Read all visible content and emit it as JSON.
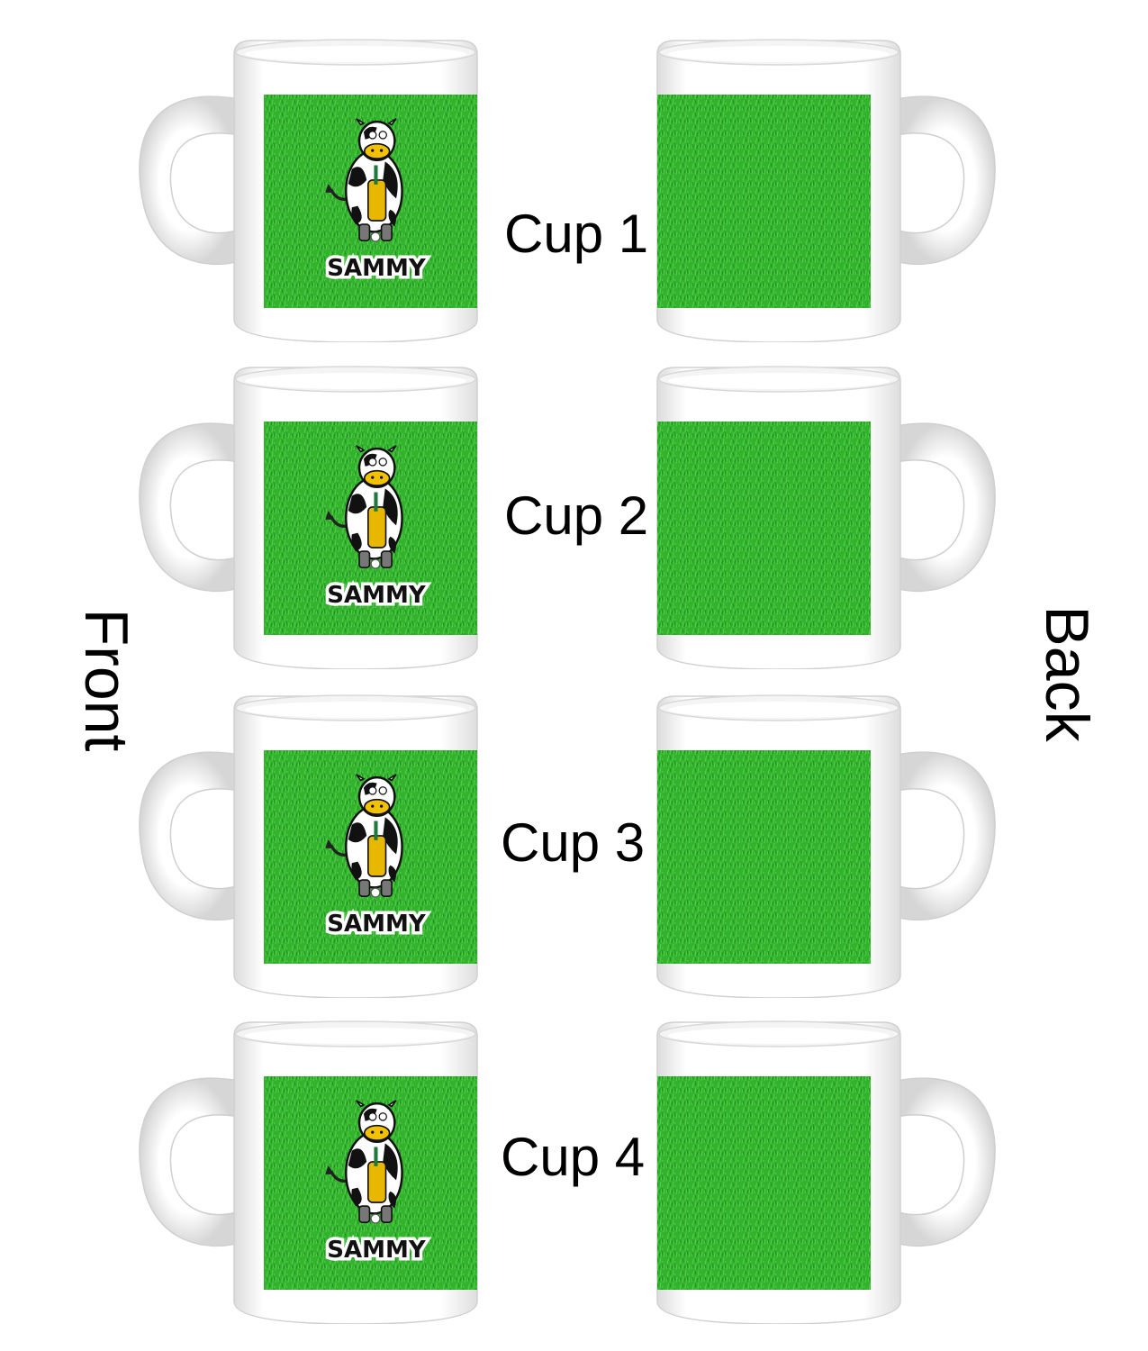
{
  "side_labels": {
    "front": "Front",
    "back": "Back"
  },
  "cups": [
    {
      "label": "Cup 1",
      "name": "SAMMY"
    },
    {
      "label": "Cup 2",
      "name": "SAMMY"
    },
    {
      "label": "Cup 3",
      "name": "SAMMY"
    },
    {
      "label": "Cup 4",
      "name": "SAMMY"
    }
  ],
  "colors": {
    "grass": "#2fae2c",
    "grass_light": "#48c43f",
    "mug": "#ffffff",
    "mug_shade": "#e4e4e4"
  }
}
